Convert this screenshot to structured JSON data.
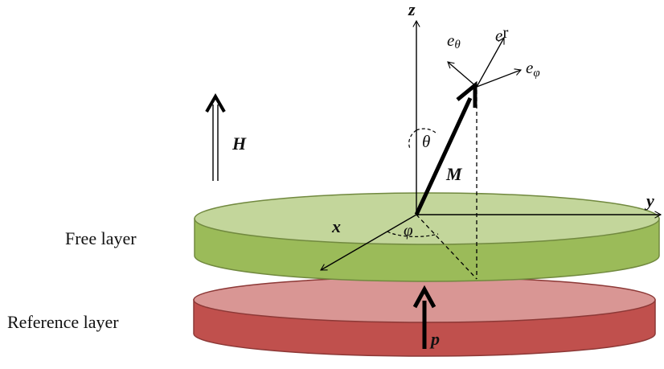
{
  "labels": {
    "free_layer": "Free layer",
    "reference_layer": "Reference layer"
  },
  "symbols": {
    "z": "z",
    "y": "y",
    "x": "x",
    "H": "H",
    "M": "M",
    "p": "p",
    "theta": "θ",
    "phi": "φ",
    "e_r_base": "e",
    "e_r_sub": "r",
    "e_theta_base": "e",
    "e_theta_sub": "θ",
    "e_phi_base": "e",
    "e_phi_sub": "φ"
  },
  "colors": {
    "free_layer_top": "#c3d69b",
    "free_layer_side": "#9bbb59",
    "free_layer_stroke": "#71893f",
    "reference_layer_top": "#d99694",
    "reference_layer_side": "#c0504d",
    "reference_layer_stroke": "#8c3836",
    "lines": "#000000"
  }
}
